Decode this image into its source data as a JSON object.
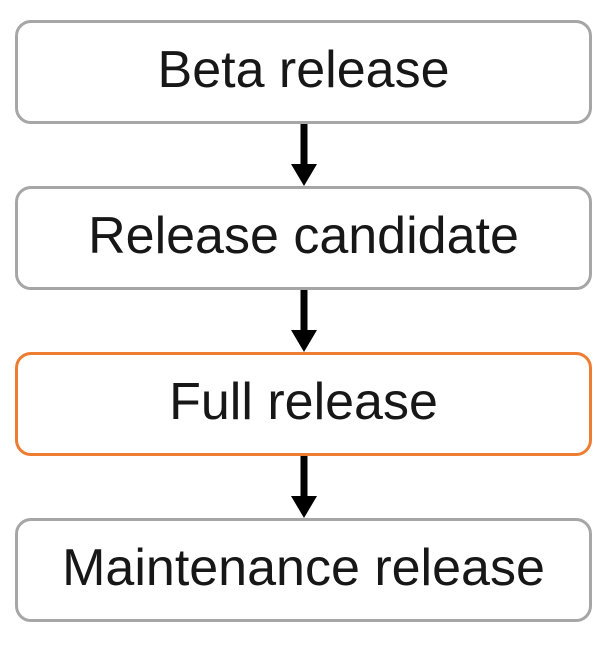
{
  "diagram": {
    "type": "flowchart",
    "orientation": "vertical",
    "nodes": [
      {
        "label": "Beta release",
        "highlighted": false
      },
      {
        "label": "Release candidate",
        "highlighted": false
      },
      {
        "label": "Full release",
        "highlighted": true
      },
      {
        "label": "Maintenance release",
        "highlighted": false
      }
    ],
    "edges": [
      {
        "from": "Beta release",
        "to": "Release candidate",
        "style": "arrow-down"
      },
      {
        "from": "Release candidate",
        "to": "Full release",
        "style": "arrow-down"
      },
      {
        "from": "Full release",
        "to": "Maintenance release",
        "style": "arrow-down"
      }
    ],
    "colors": {
      "node_border": "#A6A6A6",
      "highlight_border": "#ED7D31",
      "arrow": "#000000",
      "node_fill": "#FFFFFF",
      "text": "#171717"
    }
  }
}
